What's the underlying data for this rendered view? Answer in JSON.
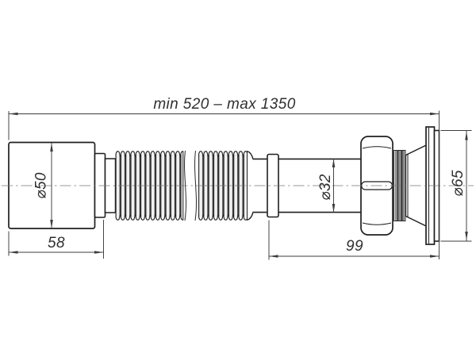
{
  "drawing": {
    "subject": "flexible-corrugated-drain-pipe",
    "dimensions": {
      "overall_length": "min 520 – max 1350",
      "inlet_diameter": "⌀50",
      "inlet_length": "58",
      "tube_diameter": "⌀32",
      "outlet_length": "99",
      "outlet_diameter": "⌀65"
    },
    "colors": {
      "background": "#ffffff",
      "outline": "#1f1f1f",
      "dimension_lines": "#3d3d3d",
      "dimension_text": "#2f2f2f",
      "centerline": "#757575"
    }
  }
}
